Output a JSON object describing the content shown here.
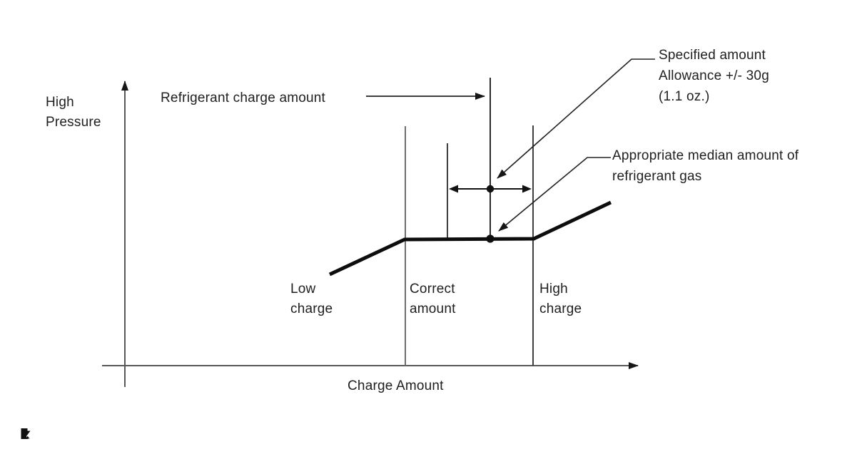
{
  "figure": {
    "y_axis_label_lines": [
      "High",
      "Pressure"
    ],
    "x_axis_label": "Charge Amount",
    "pointer_label": "Refrigerant charge amount",
    "regions": [
      {
        "lines": [
          "Low",
          "charge"
        ]
      },
      {
        "lines": [
          "Correct",
          "amount"
        ]
      },
      {
        "lines": [
          "High",
          "charge"
        ]
      }
    ],
    "callouts": {
      "specified_amount": {
        "lines": [
          "Specified amount",
          "Allowance +/- 30g",
          "(1.1 oz.)"
        ]
      },
      "median_amount": {
        "lines": [
          "Appropriate median amount of",
          "refrigerant gas"
        ]
      }
    },
    "curve_points": "462,385 567,336 748,335 856,284",
    "colors": {
      "curve": "#0d0d0d",
      "axis": "#58585a",
      "boundary_left": "#6e6e6e",
      "boundary_right": "#3f3f3f",
      "leader": "#222222",
      "text": "#1f1f1f"
    }
  },
  "icons": {
    "bottom_left": "media-placeholder-icon"
  }
}
